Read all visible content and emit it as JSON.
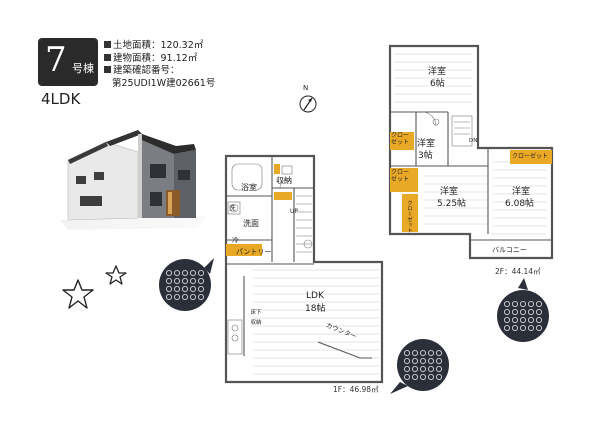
{
  "header": {
    "building_number": "7",
    "building_suffix": "号棟",
    "land_area": "土地面積：120.32㎡",
    "building_area": "建物面積：91.12㎡",
    "permit_label": "建築確認番号：",
    "permit_number": "第25UDI1W建02661号",
    "layout_type": "4LDK"
  },
  "compass": {
    "label": "N"
  },
  "first_floor": {
    "area_label": "1F：46.98㎡",
    "rooms": {
      "bath": "浴室",
      "storage": "収納",
      "washroom": "洗面",
      "wash_machine": "洗",
      "fridge": "冷",
      "pantry": "パントリー",
      "ldk": "LDK",
      "ldk_size": "18帖",
      "counter": "カウンター",
      "floor_storage": "床下収納",
      "up": "UP"
    }
  },
  "second_floor": {
    "area_label": "2F：44.14㎡",
    "rooms": {
      "western_1": "洋室",
      "western_1_size": "6帖",
      "closet_1": "クロー\nゼット",
      "western_2": "洋室",
      "western_2_size": "3帖",
      "closet_2": "クロー\nゼット",
      "western_3": "洋室",
      "western_3_size": "5.25帖",
      "closet_3": "クローゼット",
      "closet_4": "クローゼット",
      "western_4": "洋室",
      "western_4_size": "6.08帖",
      "balcony": "バルコニー",
      "dn": "DN"
    }
  },
  "colors": {
    "badge": "#2a2a2a",
    "closet": "#e9a825",
    "wall": "#555555",
    "speech_bubble": "#2a2f3a"
  }
}
